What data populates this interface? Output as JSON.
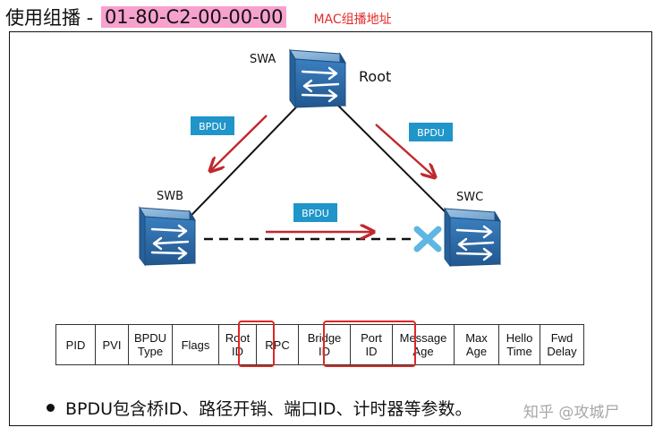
{
  "header": {
    "prefix": "使用组播 - ",
    "mac_address": "01-80-C2-00-00-00",
    "note": "MAC组播地址"
  },
  "colors": {
    "highlight_bg": "#f7a1cf",
    "note": "#e32b2b",
    "arrow": "#c0282d",
    "bpdu_tag": "#1f95c9",
    "switch_blue": "#2f6ea6",
    "blocked_x": "#5fb6e3"
  },
  "nodes": {
    "swa": "SWA",
    "swb": "SWB",
    "swc": "SWC",
    "root": "Root"
  },
  "bpdu_tags": {
    "left": "BPDU",
    "right": "BPDU",
    "middle": "BPDU"
  },
  "fields": [
    {
      "line1": "PID",
      "line2": ""
    },
    {
      "line1": "PVI",
      "line2": ""
    },
    {
      "line1": "BPDU",
      "line2": "Type"
    },
    {
      "line1": "Flags",
      "line2": ""
    },
    {
      "line1": "Root",
      "line2": "ID"
    },
    {
      "line1": "RPC",
      "line2": ""
    },
    {
      "line1": "Bridge",
      "line2": "ID"
    },
    {
      "line1": "Port",
      "line2": "ID"
    },
    {
      "line1": "Message",
      "line2": "Age"
    },
    {
      "line1": "Max",
      "line2": "Age"
    },
    {
      "line1": "Hello",
      "line2": "Time"
    },
    {
      "line1": "Fwd",
      "line2": "Delay"
    }
  ],
  "bullet_text": "BPDU包含桥ID、路径开销、端口ID、计时器等参数。",
  "watermark": "知乎 @攻城尸"
}
